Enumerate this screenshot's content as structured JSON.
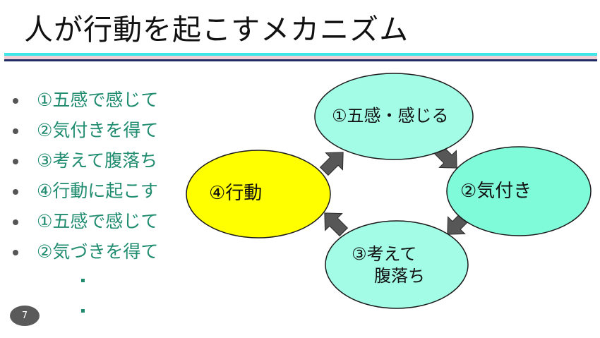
{
  "slide": {
    "title": "人が行動を起こすメカニズム",
    "page_number": "7"
  },
  "bullets": [
    {
      "text": "①五感で感じて"
    },
    {
      "text": "②気付きを得て"
    },
    {
      "text": "③考えて腹落ち"
    },
    {
      "text": "④行動に起こす"
    },
    {
      "text": "①五感で感じて"
    },
    {
      "text": "②気づきを得て"
    }
  ],
  "continuation_marks": [
    "・",
    "・"
  ],
  "cycle": {
    "nodes": [
      {
        "id": "sense",
        "label": "①五感・感じる",
        "fill": "#a3fde6"
      },
      {
        "id": "notice",
        "label": "②気付き",
        "fill": "#80fbd9"
      },
      {
        "id": "think",
        "label_line1": "③考えて",
        "label_line2": "腹落ち",
        "fill": "#a3fde6"
      },
      {
        "id": "act",
        "label": "④行動",
        "fill": "#ffff00"
      }
    ],
    "arrows": [
      {
        "from": "act",
        "to": "sense",
        "direction": "north-east"
      },
      {
        "from": "sense",
        "to": "notice",
        "direction": "south-east"
      },
      {
        "from": "notice",
        "to": "think",
        "direction": "south-west"
      },
      {
        "from": "think",
        "to": "act",
        "direction": "north-west"
      }
    ],
    "arrow_color": "#575757"
  },
  "colors": {
    "bullet_text": "#1f8c6f",
    "title_text": "#111111",
    "stripe_cyan": "#3ee6e8",
    "stripe_pink": "#efcfd6",
    "stripe_navy": "#1f2a63"
  }
}
